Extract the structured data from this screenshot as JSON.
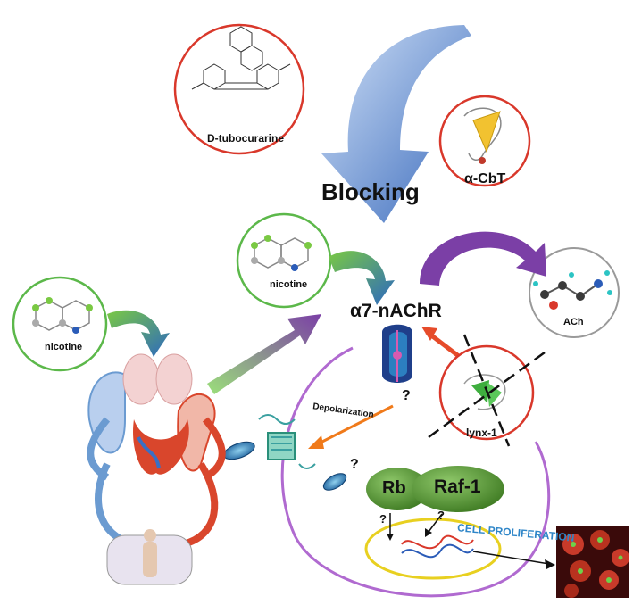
{
  "labels": {
    "tubocurarine": "D-tubocurarine",
    "cbt": "α-CbT",
    "blocking": "Blocking",
    "nicotine_left": "nicotine",
    "nicotine_mid": "nicotine",
    "receptor": "α7-nAChR",
    "ach": "ACh",
    "lynx": "lynx-1",
    "depolarization": "Depolarization",
    "q1": "?",
    "q2": "?",
    "q3": "?",
    "q4": "?",
    "rb": "Rb",
    "raf": "Raf-1",
    "proliferation": "CELL PROLIFERATION"
  },
  "colors": {
    "red_circle": "#d9382b",
    "green_circle": "#5cb84a",
    "grey_circle": "#9a9a9a",
    "blue_arrow": "#3a6fc4",
    "purple_arrow": "#7b3fa6",
    "green_arrow": "#7ac943",
    "orange_arrow": "#f07a1a",
    "rb_green": "#4f8c2f",
    "proliferation_blue": "#2f86c8",
    "vessel_red": "#d9462c",
    "vessel_blue": "#6b9bd1"
  }
}
